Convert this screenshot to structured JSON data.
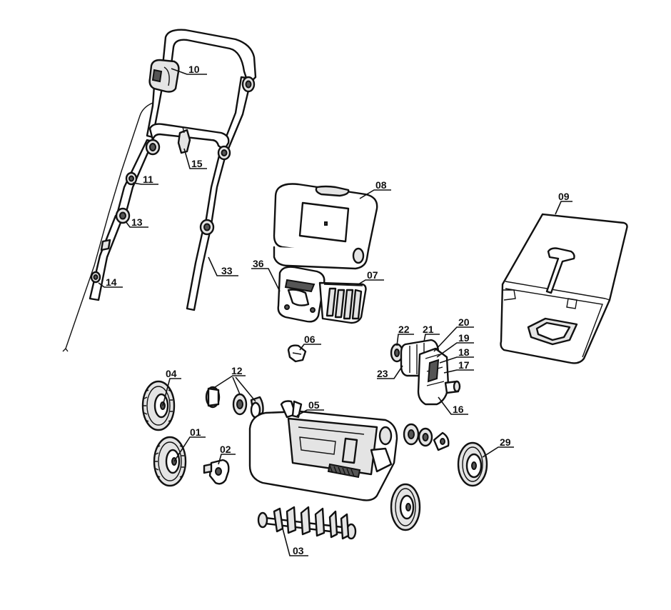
{
  "labels": {
    "p10": "10",
    "p15": "15",
    "p11": "11",
    "p13": "13",
    "p14": "14",
    "p33": "33",
    "p08": "08",
    "p09": "09",
    "p36": "36",
    "p07": "07",
    "p06": "06",
    "p22": "22",
    "p21": "21",
    "p20": "20",
    "p19": "19",
    "p18": "18",
    "p17": "17",
    "p23": "23",
    "p16": "16",
    "p04": "04",
    "p12": "12",
    "p05": "05",
    "p01": "01",
    "p02": "02",
    "p29": "29",
    "p03": "03"
  }
}
